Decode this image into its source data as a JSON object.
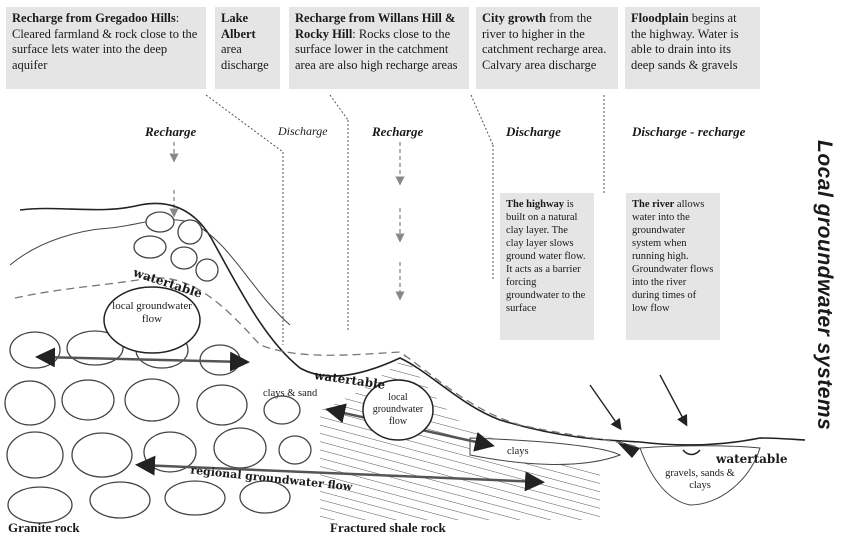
{
  "title": "Local groundwater systems",
  "boxes": [
    {
      "bold": "Recharge from Gregadoo Hills",
      "text": ": Cleared farmland & rock close to the surface lets water into the deep aquifer"
    },
    {
      "bold": "Lake Albert",
      "text": " area discharge"
    },
    {
      "bold": "Recharge from Willans Hill & Rocky Hill",
      "text": ": Rocks close to the surface lower in the catchment area are also high recharge areas"
    },
    {
      "bold": "City growth",
      "text": " from the river to higher in the catchment recharge area. Calvary area discharge"
    },
    {
      "bold": "Floodplain",
      "text": " begins at the highway. Water is able to drain into its deep sands & gravels"
    }
  ],
  "zones": [
    "Recharge",
    "Discharge",
    "Recharge",
    "Discharge",
    "Discharge - recharge"
  ],
  "info_highway": {
    "bold": "The highway",
    "text": " is built on a natural clay layer. The clay layer slows ground water flow. It acts as a barrier forcing groundwater to the surface"
  },
  "info_river": {
    "bold": "The river",
    "text": " allows water into the groundwater system when running high. Groundwater flows into the river during times of low flow"
  },
  "labels": {
    "watertable1": "watertable",
    "watertable2": "watertable",
    "watertable3": "watertable",
    "local_flow_1": "local groundwater flow",
    "local_flow_2": "local groundwater flow",
    "clays_sand": "clays & sand",
    "clays": "clays",
    "gravels": "gravels, sands & clays",
    "regional": "regional groundwater flow",
    "granite": "Granite rock",
    "shale": "Fractured shale rock"
  }
}
